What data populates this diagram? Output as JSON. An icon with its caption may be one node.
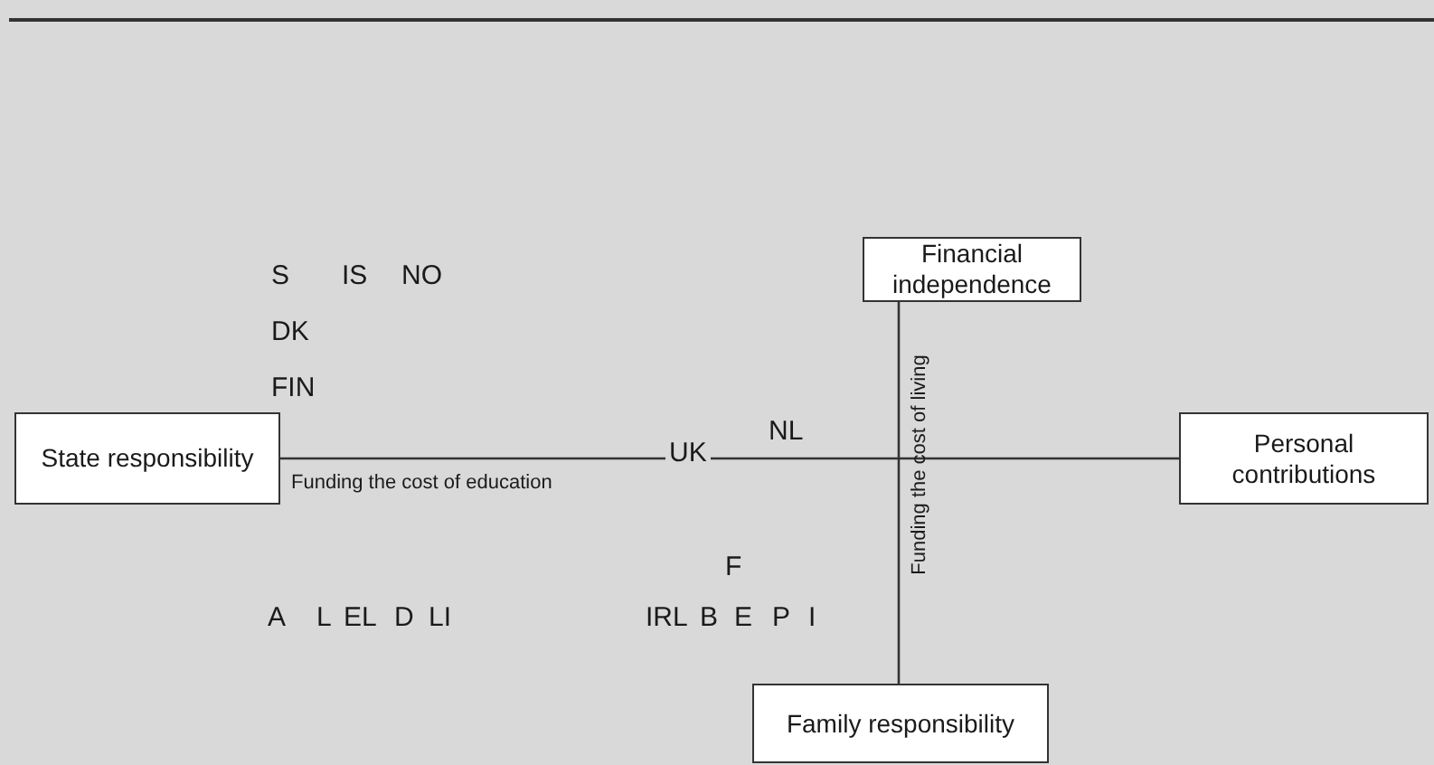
{
  "diagram": {
    "nodes": [
      {
        "text": [
          "Financial independence"
        ]
      },
      {
        "text": [
          "State responsibility"
        ]
      },
      {
        "text": [
          "Personal contributions"
        ]
      },
      {
        "text": [
          "Family responsibility"
        ]
      }
    ],
    "edges": [
      {
        "from": 1,
        "to": 2,
        "arrow": "none",
        "label": "Funding the cost of education"
      },
      {
        "from": 0,
        "to": 3,
        "arrow": "none",
        "label": "Funding the cost of living"
      }
    ],
    "labels": [
      "S",
      "IS",
      "NO",
      "DK",
      "FIN",
      "UK",
      "NL",
      "F",
      "A",
      "L",
      "EL",
      "D",
      "LI",
      "IRL",
      "B",
      "E",
      "P",
      "I"
    ]
  }
}
